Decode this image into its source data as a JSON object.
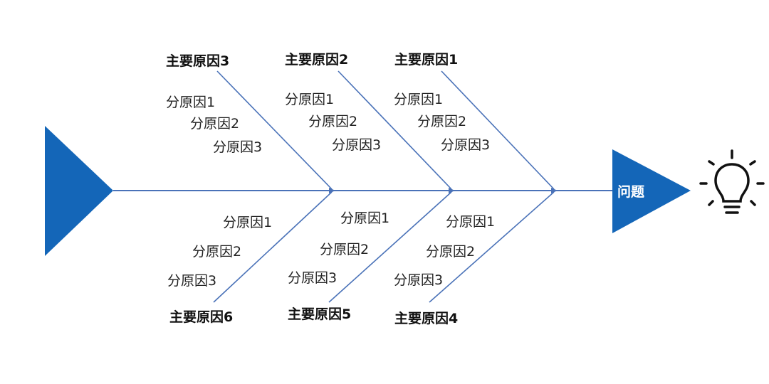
{
  "colors": {
    "accent": "#1466b8",
    "line": "#4a72b8",
    "text": "#111111",
    "background": "#ffffff"
  },
  "head": {
    "label": "问题",
    "icon": "lightbulb-icon"
  },
  "causes": [
    {
      "label": "主要原因1",
      "subs": [
        "分原因1",
        "分原因2",
        "分原因3"
      ]
    },
    {
      "label": "主要原因2",
      "subs": [
        "分原因1",
        "分原因2",
        "分原因3"
      ]
    },
    {
      "label": "主要原因3",
      "subs": [
        "分原因1",
        "分原因2",
        "分原因3"
      ]
    },
    {
      "label": "主要原因4",
      "subs": [
        "分原因1",
        "分原因2",
        "分原因3"
      ]
    },
    {
      "label": "主要原因5",
      "subs": [
        "分原因1",
        "分原因2",
        "分原因3"
      ]
    },
    {
      "label": "主要原因6",
      "subs": [
        "分原因1",
        "分原因2",
        "分原因3"
      ]
    }
  ]
}
